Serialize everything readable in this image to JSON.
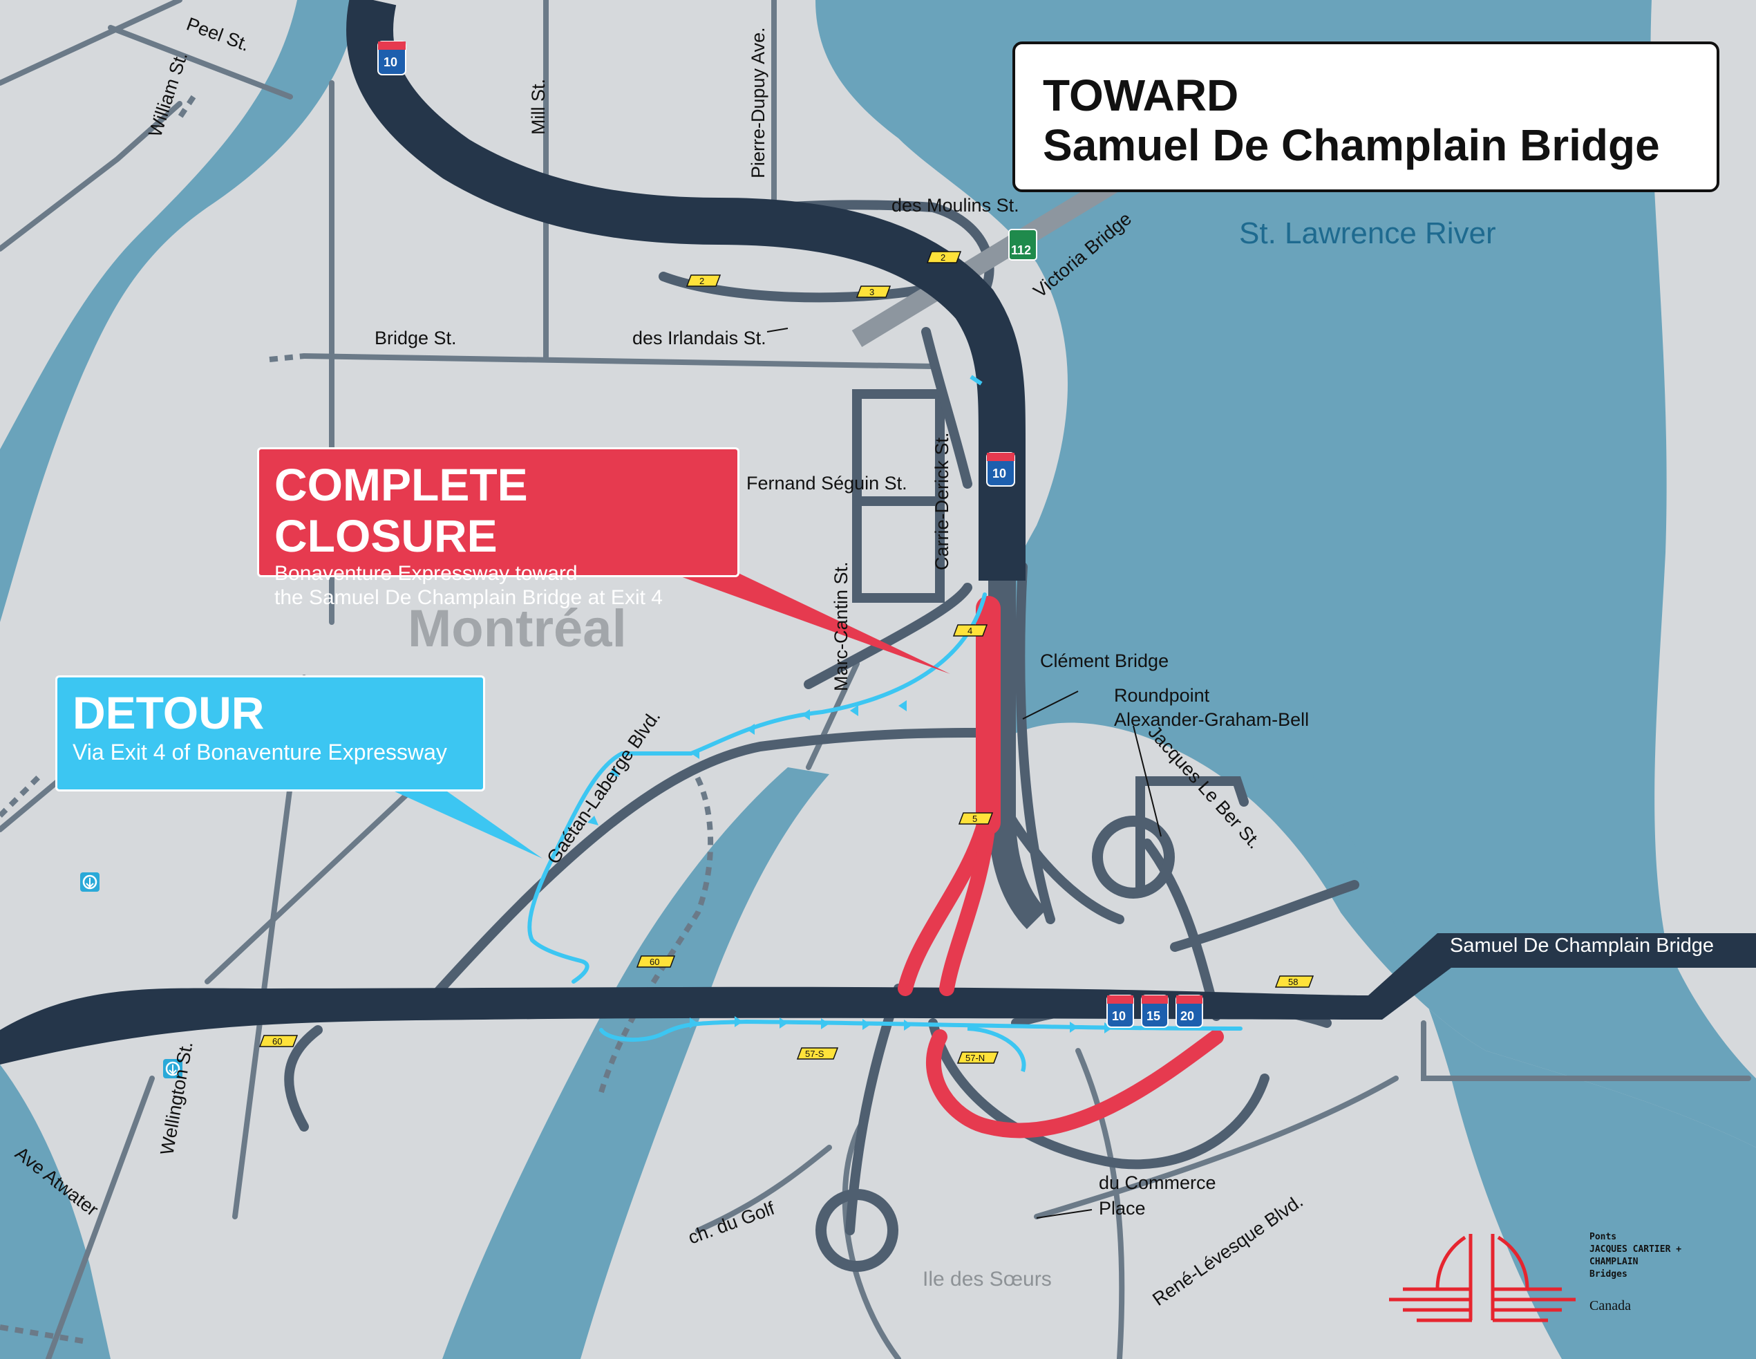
{
  "callouts": {
    "toward": {
      "line1": "TOWARD",
      "line2": "Samuel De Champlain Bridge"
    },
    "closure": {
      "title": "COMPLETE CLOSURE",
      "line1": "Bonaventure Expressway toward",
      "line2": "the Samuel De Champlain Bridge at Exit 4"
    },
    "detour": {
      "title": "DETOUR",
      "line1": "Via Exit 4 of Bonaventure Expressway"
    }
  },
  "labels": {
    "river": "St. Lawrence River",
    "city": "Montréal",
    "island": "Ile des Sœurs",
    "streets": {
      "peel": "Peel St.",
      "william": "William St.",
      "mill": "Mill St.",
      "pierre_dupuy": "Pierre-Dupuy Ave.",
      "moulins": "des Moulins St.",
      "victoria_bridge": "Victoria Bridge",
      "bridge_st": "Bridge St.",
      "irlandais": "des Irlandais St.",
      "seguin": "Fernand Séguin St.",
      "carrie_derick": "Carrie-Derick St.",
      "marc_cantin": "Marc-Cantin St.",
      "clement_bridge": "Clément Bridge",
      "roundpoint1": "Roundpoint",
      "roundpoint2": "Alexander-Graham-Bell",
      "jacques_le_ber": "Jacques Le Ber St.",
      "gaetan_laberge": "Gaétan-Laberge Blvd.",
      "samuel_bridge": "Samuel De Champlain Bridge",
      "wellington": "Wellington St.",
      "atwater": "Ave Atwater",
      "du_golf": "ch. du Golf",
      "commerce1": "du Commerce",
      "commerce2": "Place",
      "rene_levesque": "René-Lévesque Blvd."
    }
  },
  "exits": {
    "e2a": "2",
    "e2b": "2",
    "e3": "3",
    "e4": "4",
    "e5": "5",
    "e60a": "60",
    "e60b": "60",
    "e57s": "57-S",
    "e57n": "57-N",
    "e58": "58"
  },
  "shields": {
    "top": "10",
    "mid": "10",
    "a10": "10",
    "a15": "15",
    "a20": "20",
    "r112": "112"
  },
  "logo": {
    "line1": "Ponts",
    "line2": "JACQUES CARTIER +",
    "line3": "CHAMPLAIN",
    "line4": "Bridges",
    "line5": "Canada"
  },
  "colors": {
    "water": "#6aa3bb",
    "land": "#d6d9dc",
    "highway": "#25364a",
    "road": "#4f5f70",
    "closure": "#e63a4f",
    "detour": "#3cc6f2",
    "exit_tag": "#ffe23a"
  },
  "icons": [
    "metro-station-icon",
    "metro-station-icon",
    "interstate-shield-icon",
    "route-shield-icon",
    "bridges-logo-icon"
  ]
}
